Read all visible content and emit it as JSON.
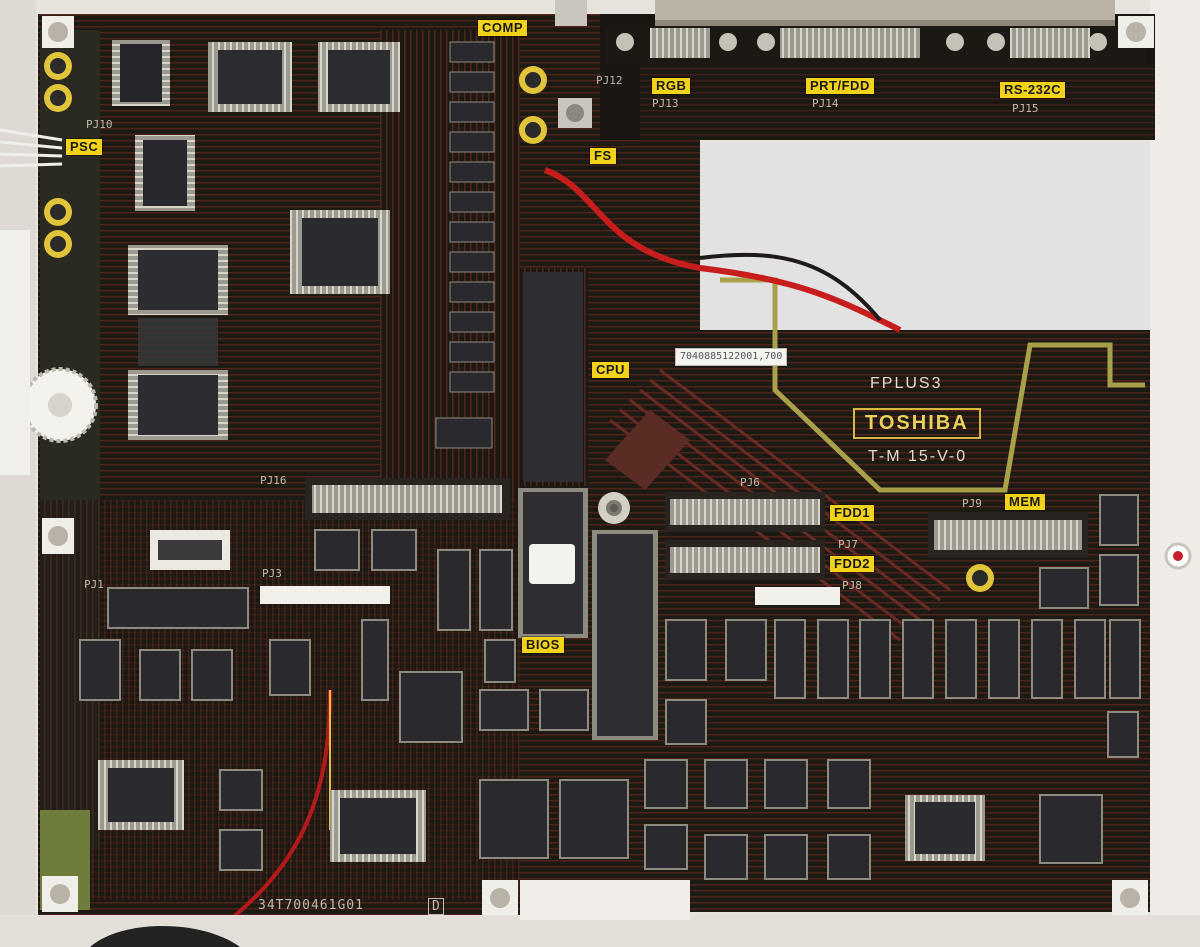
{
  "connector_labels": {
    "comp": "COMP",
    "rgb": "RGB",
    "prt_fdd": "PRT/FDD",
    "rs232c": "RS-232C",
    "psc": "PSC",
    "cpu": "CPU",
    "fdd1": "FDD1",
    "fdd2": "FDD2",
    "mem": "MEM",
    "bios": "BIOS",
    "fs": "FS"
  },
  "silkscreen": {
    "pj2": "PJ12",
    "pj13": "PJ13",
    "pj14": "PJ14",
    "pj15": "PJ15",
    "pj10": "PJ10",
    "pj16": "PJ16",
    "pj6": "PJ6",
    "pj7": "PJ7",
    "pj8": "PJ8",
    "pj9": "PJ9",
    "pj1": "PJ1",
    "pj3": "PJ3",
    "board_id": "34T700461G01",
    "board_rev": "D"
  },
  "board_brand": {
    "model": "FPLUS3",
    "logo": "TOSHIBA",
    "part": "T-M 15-V-0"
  },
  "sticker_text": "7040885122001,700",
  "colors": {
    "pcb": "#1f1b14",
    "trace": "#5a2a22",
    "label_yellow": "#f3d21a",
    "chip": "#2a2a2c",
    "case": "#e8e4df"
  }
}
